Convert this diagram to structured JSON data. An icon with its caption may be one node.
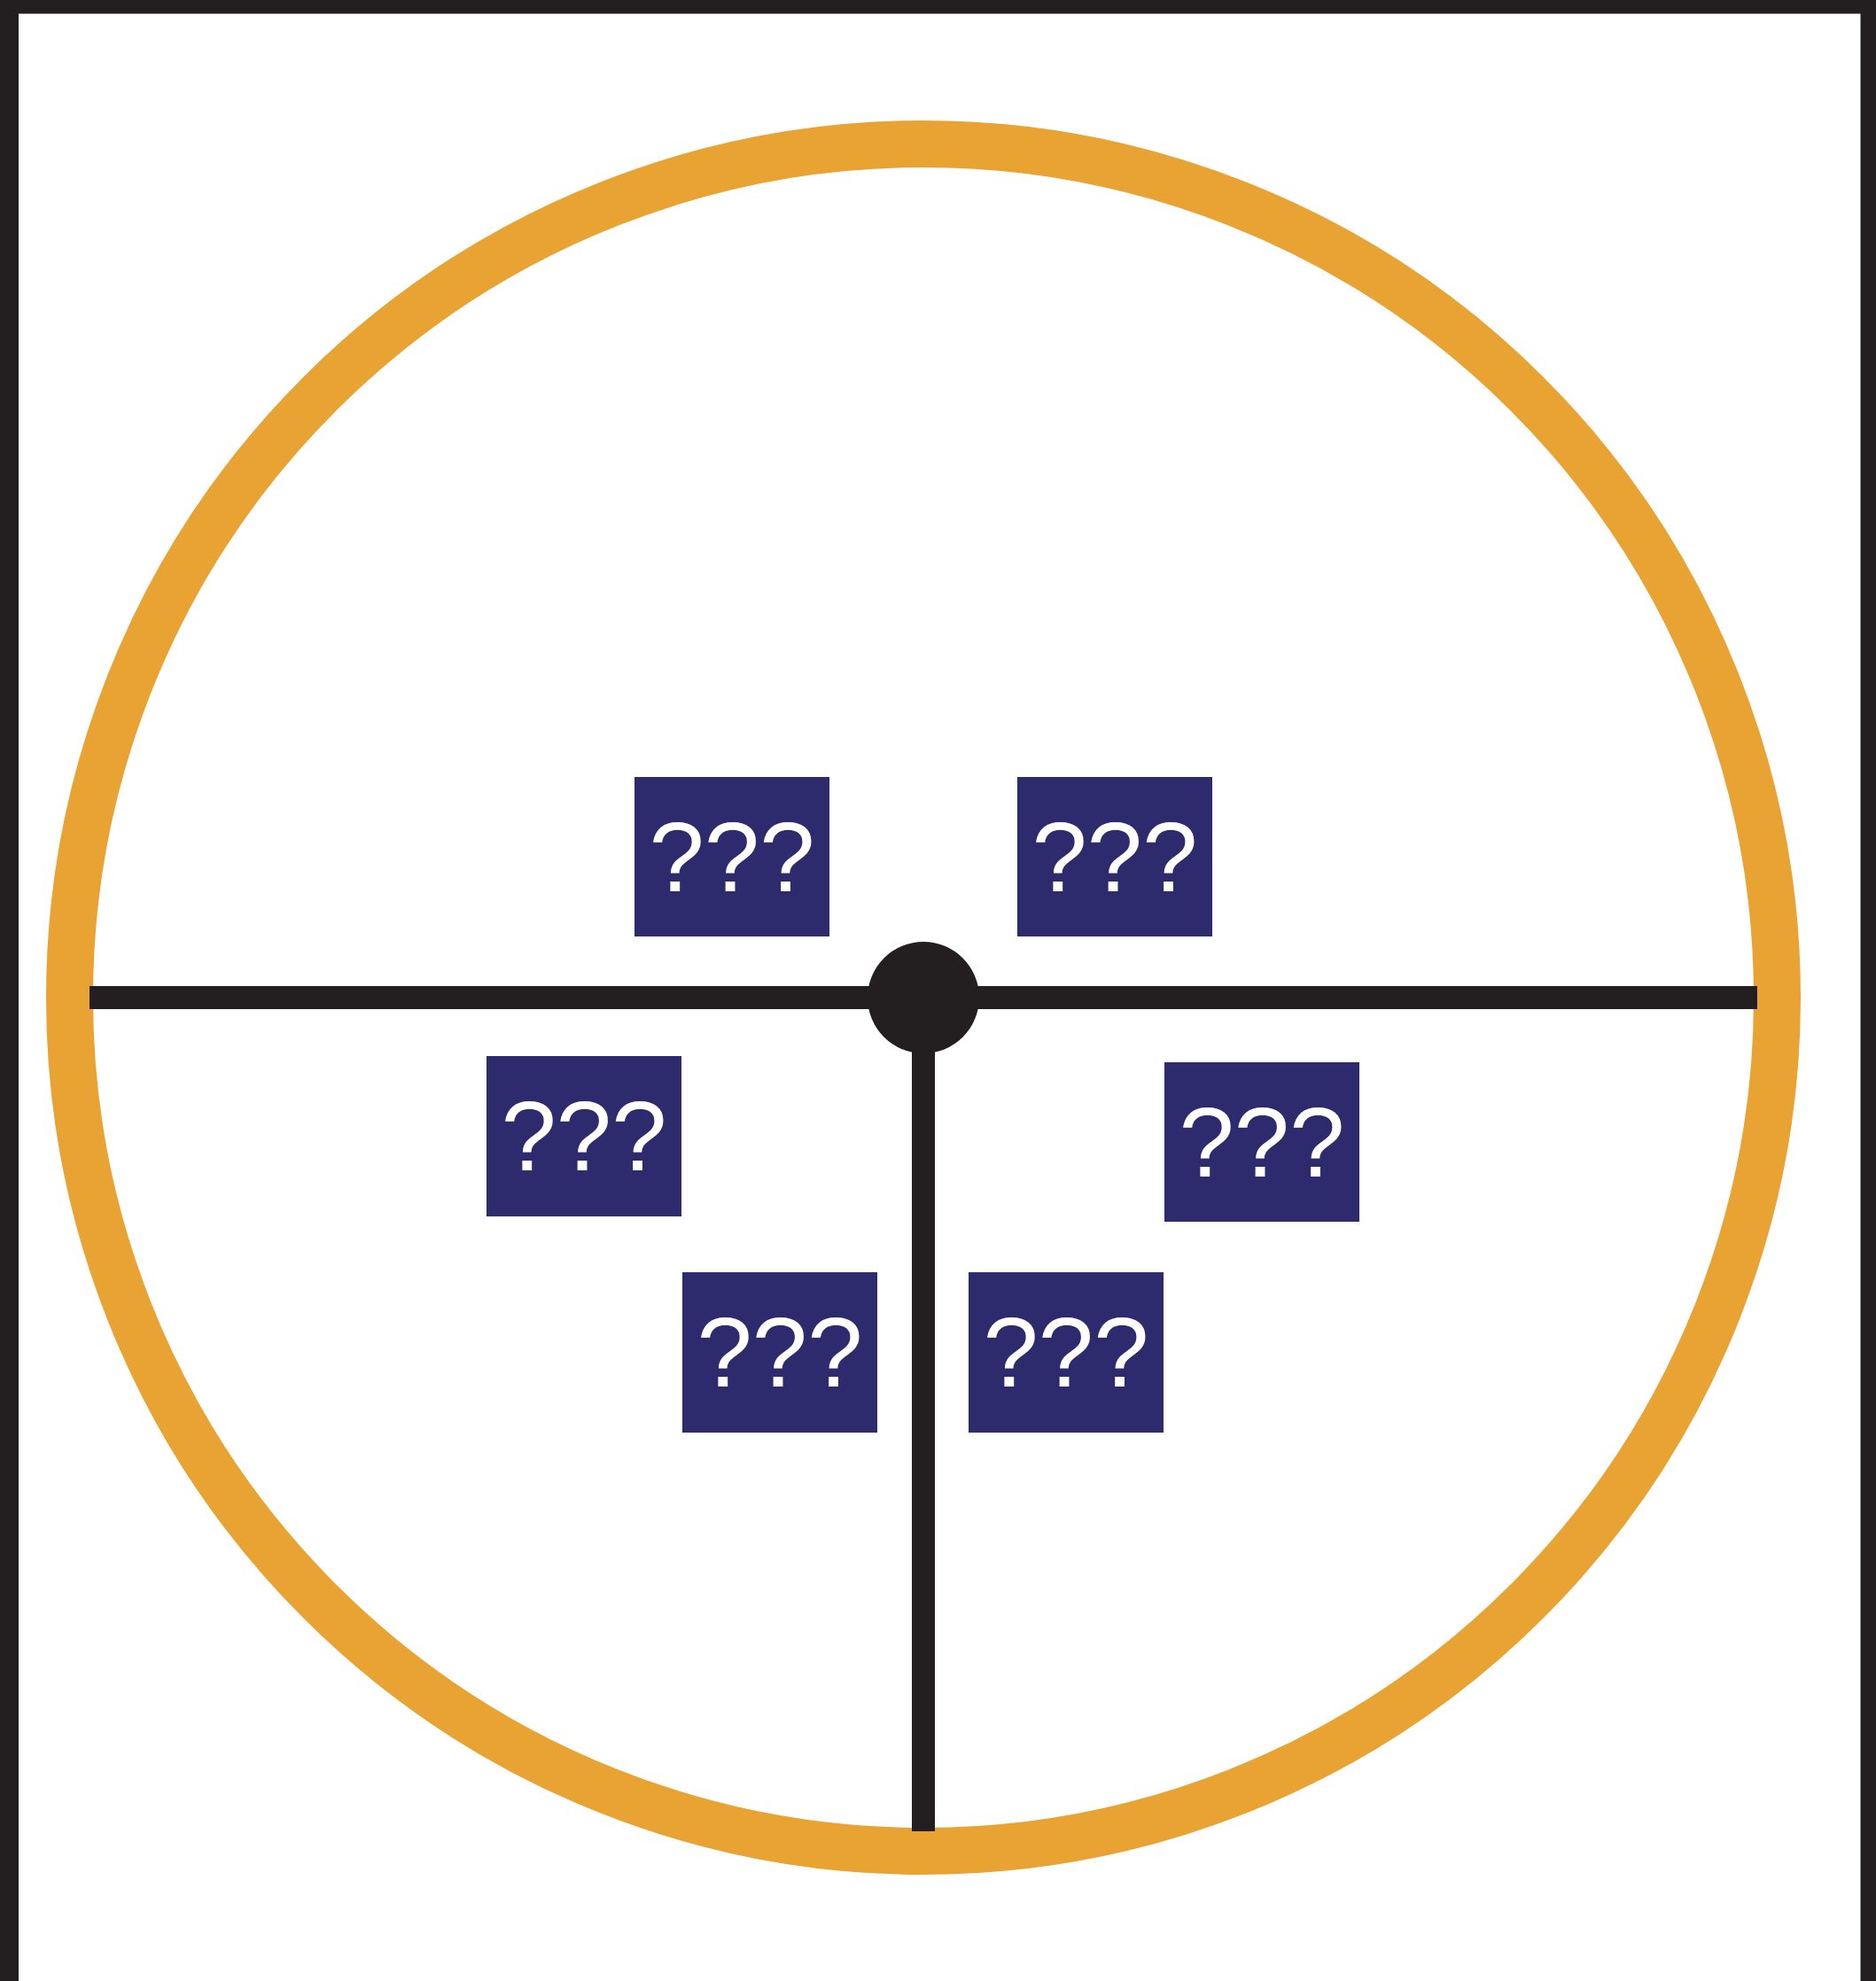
{
  "diagram": {
    "nodes": [
      {
        "text": [],
        "shape": "circle"
      },
      {
        "text": [],
        "shape": "circle",
        "in": 0
      },
      {
        "text": [
          "???"
        ],
        "in": 0
      },
      {
        "text": [
          "???"
        ],
        "in": 0
      },
      {
        "text": [
          "???"
        ],
        "in": 0
      },
      {
        "text": [
          "???"
        ],
        "in": 0
      },
      {
        "text": [
          "???"
        ],
        "in": 0
      },
      {
        "text": [
          "???"
        ],
        "in": 0
      }
    ],
    "edges": [
      {
        "from": 1,
        "to": 0,
        "arrow": "none"
      },
      {
        "from": 1,
        "to": 0,
        "arrow": "none"
      },
      {
        "from": 1,
        "to": 0,
        "arrow": "none"
      }
    ]
  }
}
